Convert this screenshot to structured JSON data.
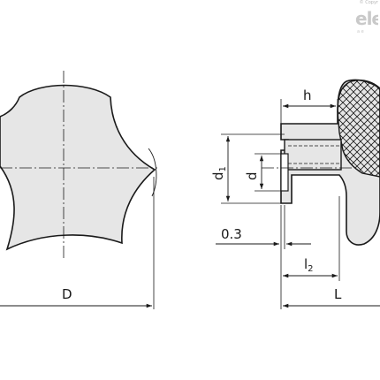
{
  "watermark": {
    "copyright": "© Copyr",
    "logo": "ele",
    "subtext": "a e"
  },
  "labels": {
    "diameter": "D",
    "hub_height": "h",
    "outer_diameter": "d",
    "outer_diameter_sub": "1",
    "bore_diameter": "d",
    "gap": "0.3",
    "insert_length": "l",
    "insert_length_sub": "2",
    "overall_length": "L"
  },
  "colors": {
    "body_fill": "#e6e6e6",
    "line": "#1a1a1a",
    "watermark": "#c9c9c9"
  }
}
